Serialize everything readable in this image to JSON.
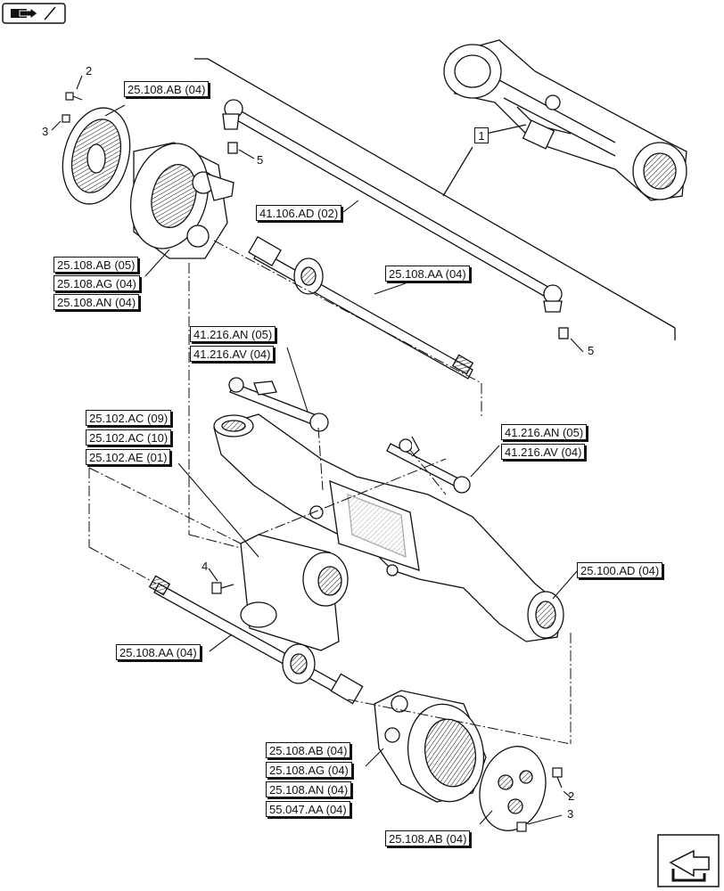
{
  "diagram": {
    "callouts": {
      "item_1": "1",
      "item_2_top": "2",
      "item_3_top": "3",
      "item_5_a": "5",
      "item_5_b": "5",
      "item_4": "4",
      "item_2_bottom": "2",
      "item_3_bottom": "3"
    },
    "references": {
      "ref_ab_top": "25.108.AB (04)",
      "ref_ab05": "25.108.AB (05)",
      "ref_ag04_top": "25.108.AG (04)",
      "ref_an04_top": "25.108.AN (04)",
      "ref_ad02": "41.106.AD (02)",
      "ref_aa04_top": "25.108.AA (04)",
      "ref_an05_left": "41.216.AN (05)",
      "ref_av04_left": "41.216.AV (04)",
      "ref_ac09": "25.102.AC (09)",
      "ref_ac10": "25.102.AC (10)",
      "ref_ae01": "25.102.AE (01)",
      "ref_an05_right": "41.216.AN (05)",
      "ref_av04_right": "41.216.AV (04)",
      "ref_ad04": "25.100.AD (04)",
      "ref_aa04_bottom": "25.108.AA (04)",
      "ref_ab04_bottom": "25.108.AB (04)",
      "ref_ag04_bottom": "25.108.AG (04)",
      "ref_an04_bottom": "25.108.AN (04)",
      "ref_aa04_55047": "55.047.AA (04)",
      "ref_ab04_last": "25.108.AB (04)"
    },
    "icons": {
      "top_left": "book-arrow-icon",
      "bottom_right": "next-page-arrow-icon"
    }
  }
}
